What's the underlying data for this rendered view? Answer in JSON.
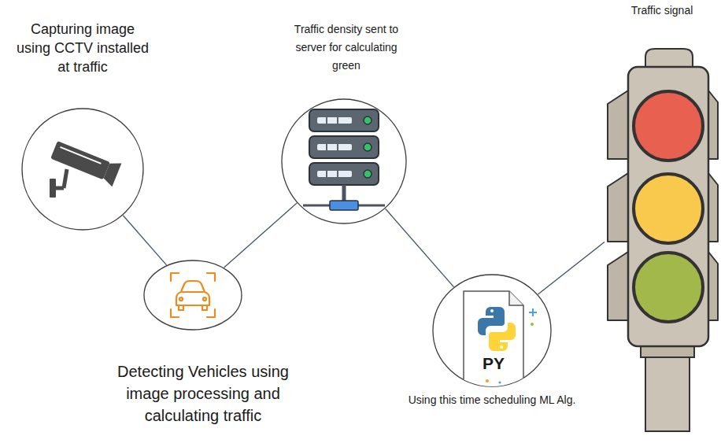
{
  "diagram": {
    "nodes": [
      {
        "text": [
          "Capturing image using CCTV installed at traffic"
        ]
      },
      {
        "text": [
          "Detecting Vehicles using image processing and calculating traffic"
        ]
      },
      {
        "text": [
          "Traffic density sent to server for calculating green"
        ]
      },
      {
        "text": [
          "Using this time scheduling ML Alg."
        ]
      },
      {
        "text": [
          "Traffic signal"
        ]
      }
    ],
    "edges": [
      {
        "from": 0,
        "to": 1,
        "arrow": "none"
      },
      {
        "from": 1,
        "to": 2,
        "arrow": "none"
      },
      {
        "from": 2,
        "to": 3,
        "arrow": "none"
      },
      {
        "from": 3,
        "to": 4,
        "arrow": "none"
      }
    ],
    "labels": [
      "PY"
    ]
  }
}
